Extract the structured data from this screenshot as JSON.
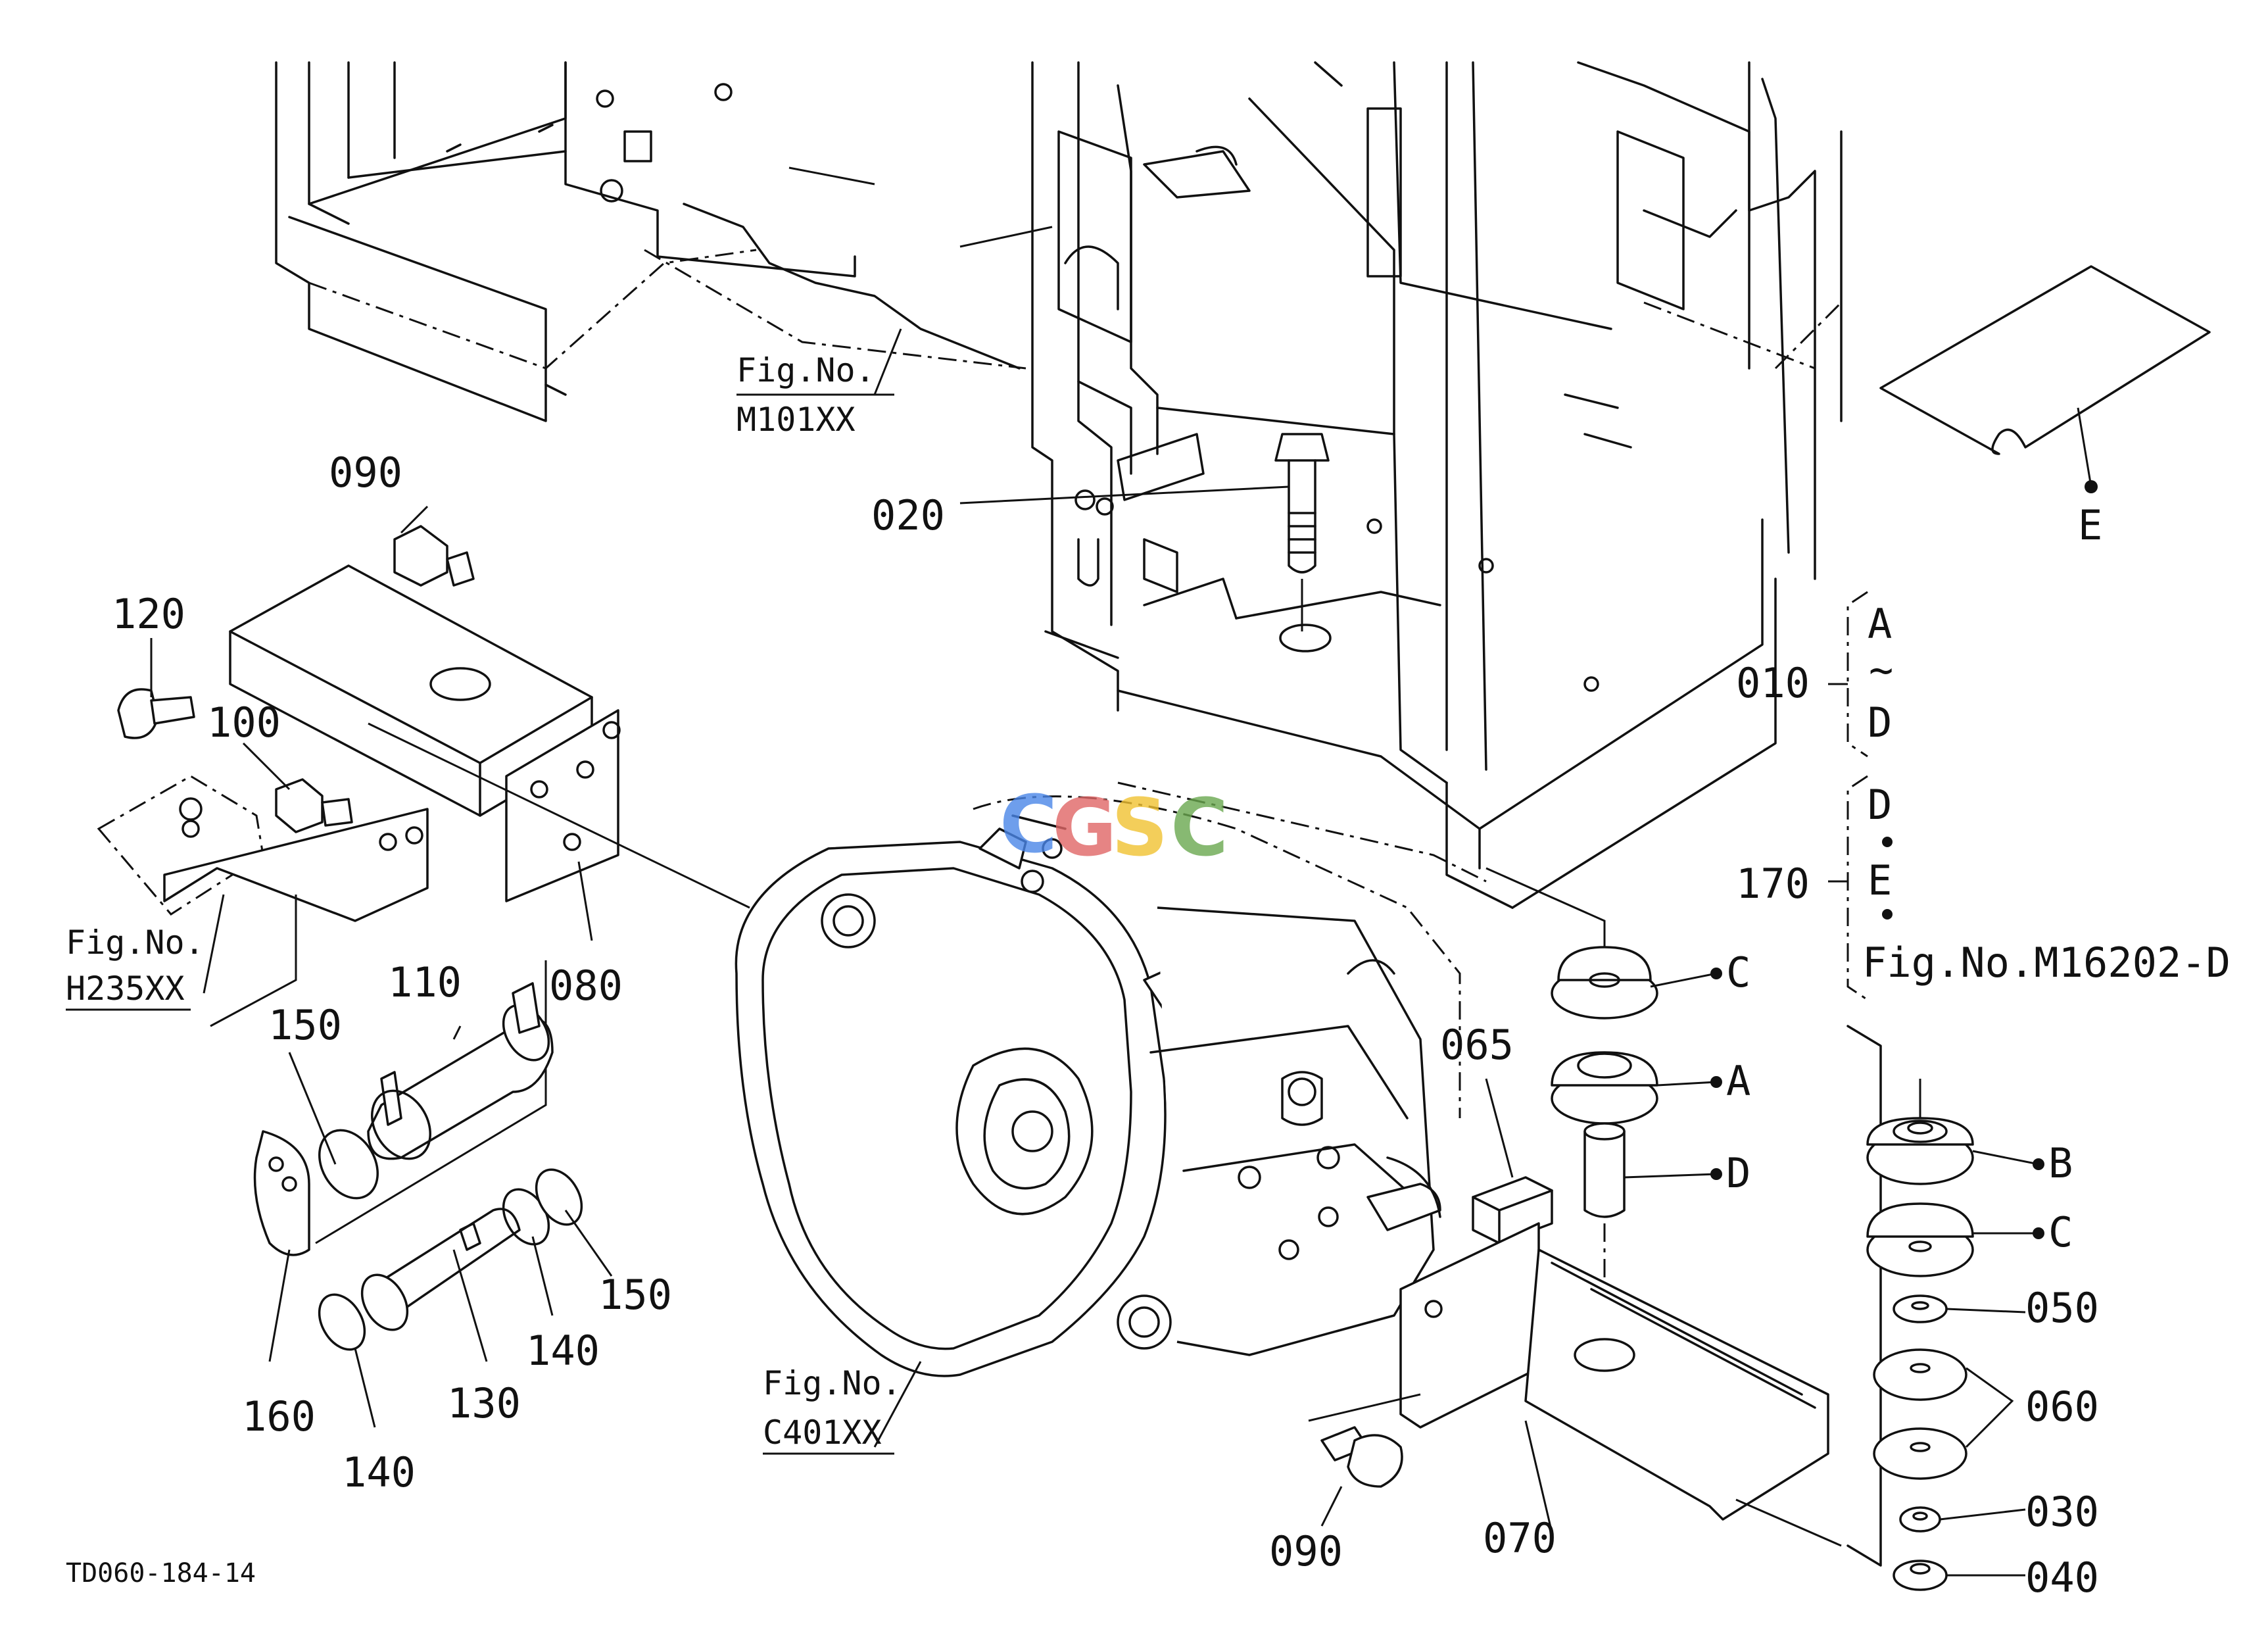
{
  "diagram": {
    "part_labels": {
      "p090_top": "090",
      "p120": "120",
      "p100": "100",
      "p080": "080",
      "p110": "110",
      "p150_left": "150",
      "p150_right": "150",
      "p140_mid": "140",
      "p140_bottom": "140",
      "p130": "130",
      "p160": "160",
      "p020": "020",
      "p065": "065",
      "p070": "070",
      "p090_bottom": "090",
      "p010": "010",
      "p170": "170",
      "p050": "050",
      "p060": "060",
      "p030": "030",
      "p040": "040",
      "E": "E",
      "C_top": "C",
      "A": "A",
      "D_stack": "D",
      "B": "B",
      "C_stack": "C"
    },
    "brackets": {
      "b010_top": "A",
      "b010_tilde": "~",
      "b010_bottom": "D",
      "b170_top": "D",
      "b170_mid": "E",
      "b170_ref": "Fig.No.M16202-D"
    },
    "figure_refs": {
      "m101_title": "Fig.No.",
      "m101_code": "M101XX",
      "h235_title": "Fig.No.",
      "h235_code": "H235XX",
      "c401_title": "Fig.No.",
      "c401_code": "C401XX"
    },
    "drawing_code": "TD060-184-14",
    "watermark": [
      "C",
      "G",
      "S",
      "C"
    ],
    "watermark_colors": [
      "#4a86e8",
      "#e06666",
      "#f1c232",
      "#6aa84f"
    ]
  }
}
